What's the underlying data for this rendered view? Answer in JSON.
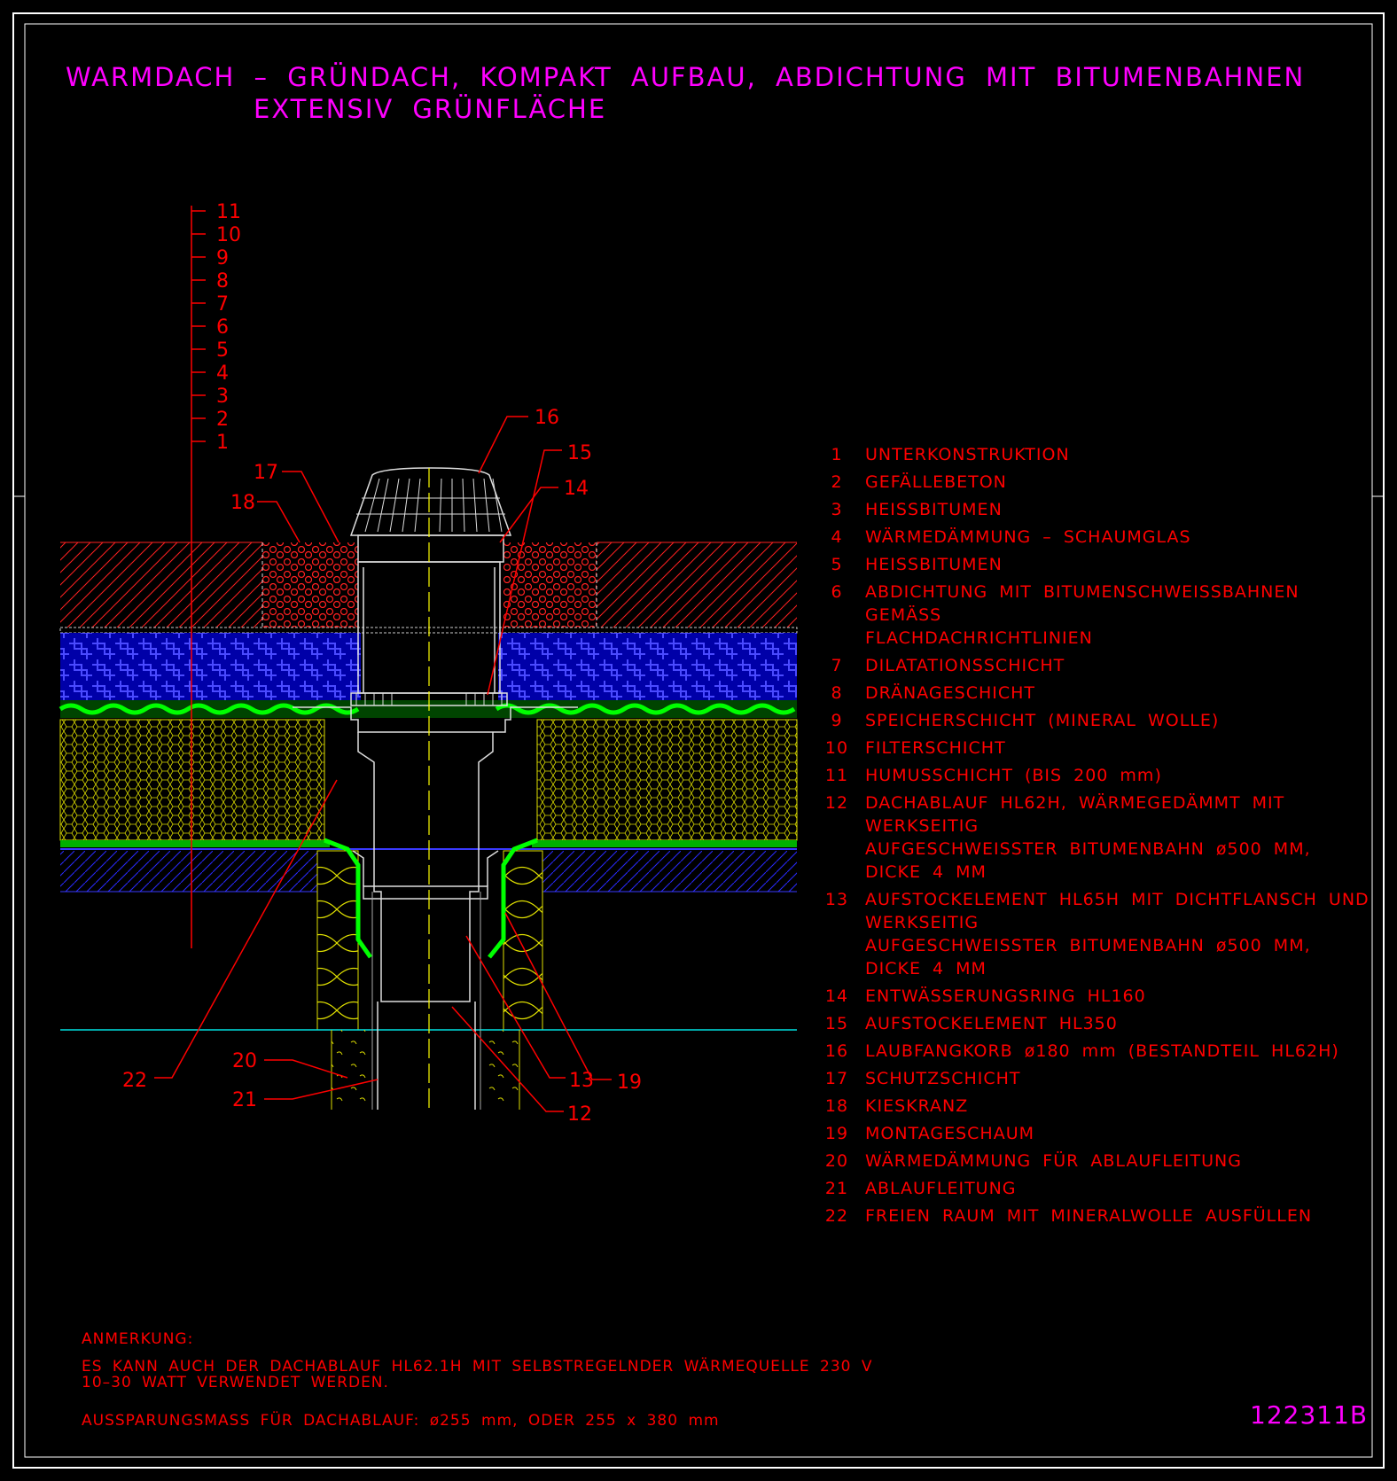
{
  "title": {
    "line1": "WARMDACH – GRÜNDACH, KOMPAKT AUFBAU, ABDICHTUNG MIT BITUMENBAHNEN",
    "line2": "EXTENSIV GRÜNFLÄCHE"
  },
  "layer_scale_labels": [
    "11",
    "10",
    "9",
    "8",
    "7",
    "6",
    "5",
    "4",
    "3",
    "2",
    "1"
  ],
  "callout_labels": {
    "c16": "16",
    "c15": "15",
    "c14": "14",
    "c17": "17",
    "c18": "18",
    "c22": "22",
    "c20": "20",
    "c21": "21",
    "c13": "13",
    "c19": "19",
    "c12": "12"
  },
  "legend": [
    {
      "num": "1",
      "text": "UNTERKONSTRUKTION"
    },
    {
      "num": "2",
      "text": "GEFÄLLEBETON"
    },
    {
      "num": "3",
      "text": "HEISSBITUMEN"
    },
    {
      "num": "4",
      "text": "WÄRMEDÄMMUNG – SCHAUMGLAS"
    },
    {
      "num": "5",
      "text": "HEISSBITUMEN"
    },
    {
      "num": "6",
      "text": "ABDICHTUNG MIT BITUMENSCHWEISSBAHNEN GEMÄSS\nFLACHDACHRICHTLINIEN"
    },
    {
      "num": "7",
      "text": "DILATATIONSSCHICHT"
    },
    {
      "num": "8",
      "text": "DRÄNAGESCHICHT"
    },
    {
      "num": "9",
      "text": "SPEICHERSCHICHT (MINERAL WOLLE)"
    },
    {
      "num": "10",
      "text": "FILTERSCHICHT"
    },
    {
      "num": "11",
      "text": "HUMUSSCHICHT (BIS 200 mm)"
    },
    {
      "num": "12",
      "text": "DACHABLAUF HL62H, WÄRMEGEDÄMMT MIT WERKSEITIG\nAUFGESCHWEISSTER BITUMENBAHN ø500 MM, DICKE 4 MM"
    },
    {
      "num": "13",
      "text": "AUFSTOCKELEMENT HL65H MIT DICHTFLANSCH UND WERKSEITIG\nAUFGESCHWEISSTER BITUMENBAHN ø500 MM, DICKE 4 MM"
    },
    {
      "num": "14",
      "text": "ENTWÄSSERUNGSRING HL160"
    },
    {
      "num": "15",
      "text": "AUFSTOCKELEMENT HL350"
    },
    {
      "num": "16",
      "text": "LAUBFANGKORB ø180 mm (BESTANDTEIL HL62H)"
    },
    {
      "num": "17",
      "text": "SCHUTZSCHICHT"
    },
    {
      "num": "18",
      "text": "KIESKRANZ"
    },
    {
      "num": "19",
      "text": "MONTAGESCHAUM"
    },
    {
      "num": "20",
      "text": "WÄRMEDÄMMUNG FÜR ABLAUFLEITUNG"
    },
    {
      "num": "21",
      "text": "ABLAUFLEITUNG"
    },
    {
      "num": "22",
      "text": "FREIEN RAUM MIT MINERALWOLLE AUSFÜLLEN"
    }
  ],
  "notes": {
    "heading": "ANMERKUNG:",
    "text1": "ES KANN AUCH DER DACHABLAUF HL62.1H MIT SELBSTREGELNDER WÄRMEQUELLE 230 V\n10–30 WATT VERWENDET WERDEN.",
    "text2": "AUSSPARUNGSMASS FÜR DACHABLAUF: ø255 mm, ODER 255 x 380 mm"
  },
  "drawing_id": "122311B",
  "colors": {
    "background": "#000000",
    "title": "#ff00ff",
    "legend_text": "#ff0000",
    "frame": "#ffffff",
    "gravel": "#ff2020",
    "drainage": "#2020ff",
    "filter_green": "#00ff00",
    "insulation": "#ffff00",
    "substrate": "#00ffff"
  }
}
